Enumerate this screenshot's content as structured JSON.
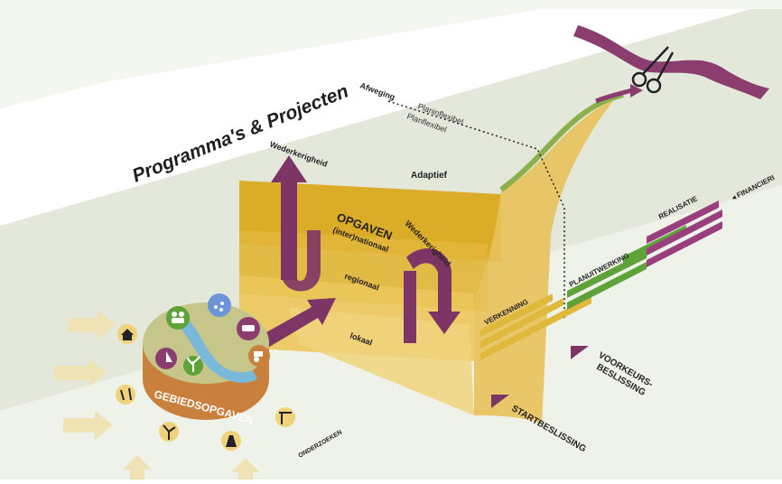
{
  "title": "Programma's & Projecten",
  "labels": {
    "afweging": "Afweging",
    "planinflexibel": "Planinflexibel",
    "planflexibel": "Planflexibel",
    "adaptief": "Adaptief",
    "wederkerigheid_left": "Wederkerigheid",
    "wederkerigheid_right": "Wederkerigheid",
    "opgaven": "OPGAVEN",
    "internationaal": "(inter)nationaal",
    "regionaal": "regionaal",
    "lokaal": "lokaal",
    "verkenning": "VERKENNING",
    "planuitwerking": "PLANUITWERKING",
    "realisatie": "REALISATIE",
    "financiering": "◂ FINANCIERI",
    "voorkeursbeslissing_1": "VOORKEURS-",
    "voorkeursbeslissing_2": "BESLISSING",
    "startbeslissing": "STARTBESLISSING",
    "onderzoeken": "ONDERZOEKEN",
    "gebiedsopgaven": "GEBIEDSOPGAVEN"
  },
  "icons": {
    "house": "house-icon",
    "walkers": "walkers-icon",
    "windmill": "windmill-icon",
    "road": "road-icon",
    "crane": "crane-icon",
    "people": "people-icon",
    "water": "water-drops-icon",
    "cow": "cow-icon",
    "tractor": "tractor-icon",
    "sailboat": "sailboat-icon",
    "plant": "plant-icon",
    "scissors": "scissors-icon"
  },
  "colors": {
    "gold": "#e0b83a",
    "gold_light": "#efd27a",
    "purple": "#8b3d70",
    "purple_dark": "#6e2d58",
    "green": "#5ea23a",
    "band": "#e4e9dd",
    "band_light": "#f0f3ec"
  }
}
